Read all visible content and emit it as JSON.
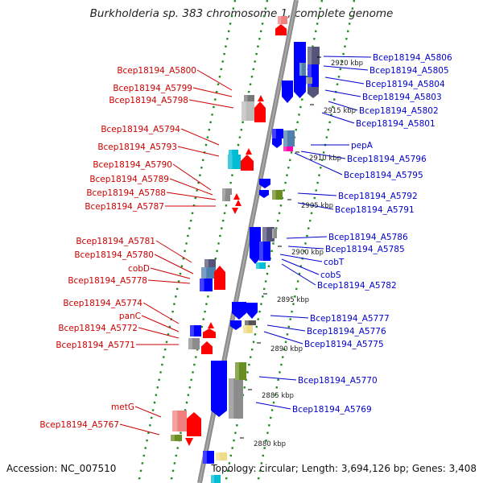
{
  "title": "Burkholderia sp. 383 chromosome 1, complete genome",
  "footer": {
    "accession": "Accession: NC_007510",
    "summary": "Topology: circular; Length: 3,694,126 bp; Genes: 3,408"
  },
  "colors": {
    "backbone": "#8c8c8c",
    "guide": "#1e8c1e",
    "left_label": "#cc0000",
    "right_label": "#0000cc",
    "red_gene": "#ff0000",
    "blue_gene": "#0000ff",
    "gray_gene": "#8c8c8c",
    "olive_gene": "#6b8e23",
    "cyan_gene": "#00bcd4",
    "slate_gene": "#55557a",
    "pink_gene": "#f08080",
    "yellow_gene": "#eedd88",
    "magenta_gene": "#ff00aa",
    "steel_gene": "#4f7faf"
  },
  "ticks": [
    "2920 kbp",
    "2915 kbp",
    "2910 kbp",
    "2905 kbp",
    "2900 kbp",
    "2895 kbp",
    "2890 kbp",
    "2885 kbp",
    "2880 kbp"
  ],
  "left_labels": [
    "Bcep18194_A5800",
    "Bcep18194_A5799",
    "Bcep18194_A5798",
    "Bcep18194_A5794",
    "Bcep18194_A5793",
    "Bcep18194_A5790",
    "Bcep18194_A5789",
    "Bcep18194_A5788",
    "Bcep18194_A5787",
    "Bcep18194_A5781",
    "Bcep18194_A5780",
    "cobD",
    "Bcep18194_A5778",
    "Bcep18194_A5774",
    "panC",
    "Bcep18194_A5772",
    "Bcep18194_A5771",
    "metG",
    "Bcep18194_A5767"
  ],
  "right_labels": [
    "Bcep18194_A5806",
    "Bcep18194_A5805",
    "Bcep18194_A5804",
    "Bcep18194_A5803",
    "Bcep18194_A5802",
    "Bcep18194_A5801",
    "pepA",
    "Bcep18194_A5796",
    "Bcep18194_A5795",
    "Bcep18194_A5792",
    "Bcep18194_A5791",
    "Bcep18194_A5786",
    "Bcep18194_A5785",
    "cobT",
    "cobS",
    "Bcep18194_A5782",
    "Bcep18194_A5777",
    "Bcep18194_A5776",
    "Bcep18194_A5775",
    "Bcep18194_A5770",
    "Bcep18194_A5769"
  ]
}
